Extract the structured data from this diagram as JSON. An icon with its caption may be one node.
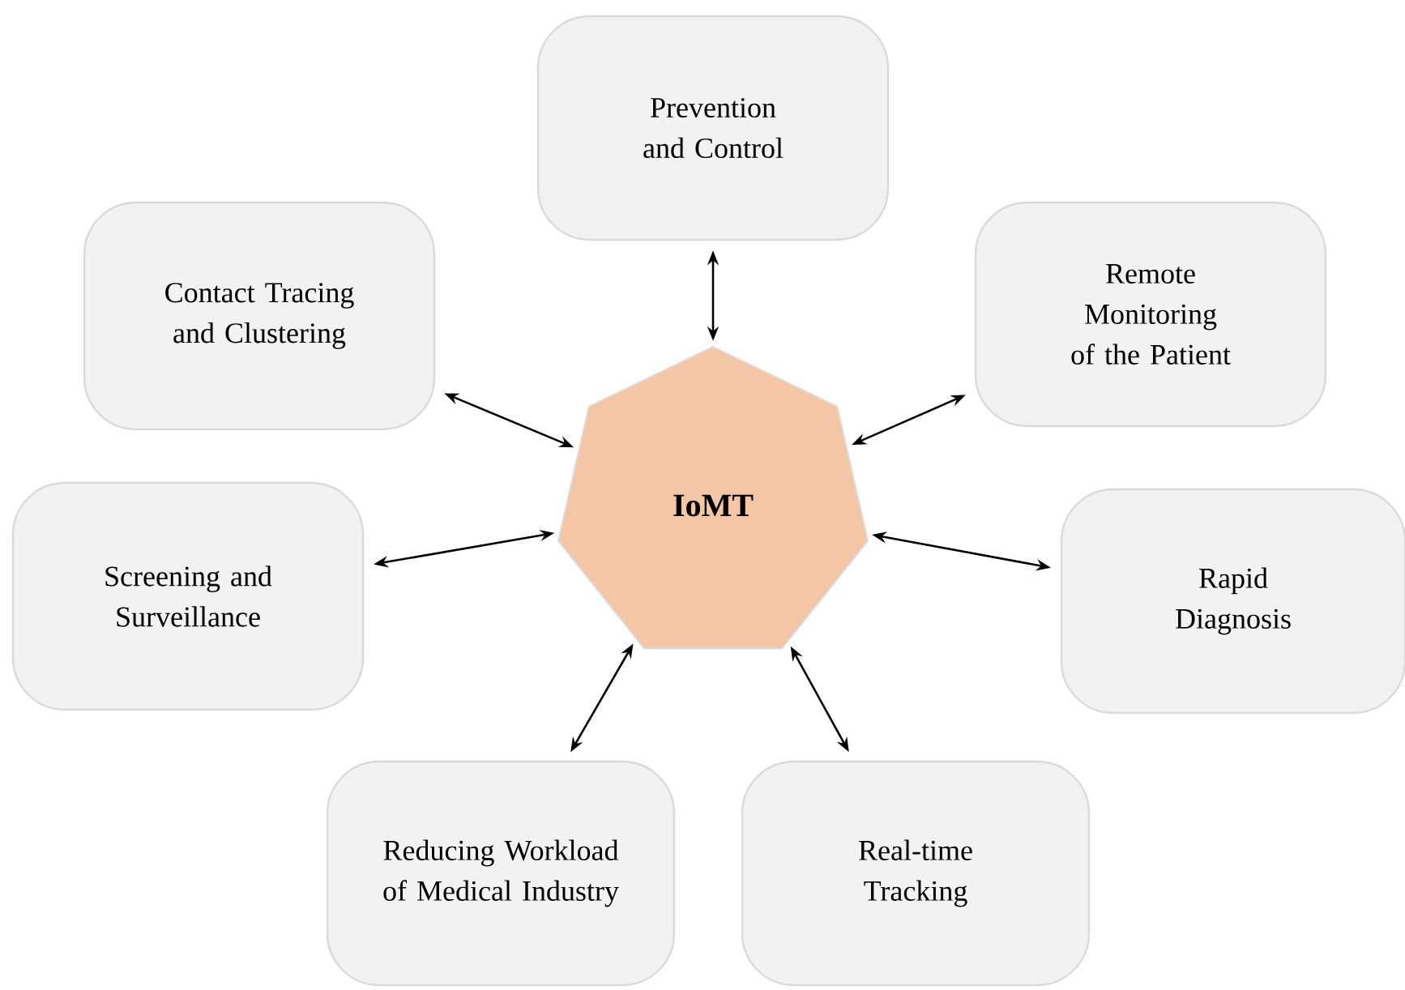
{
  "diagram": {
    "nodes": [
      {
        "text": [
          "IoMT"
        ]
      },
      {
        "text": [
          "Prevention and Control"
        ]
      },
      {
        "text": [
          "Contact Tracing and Clustering"
        ]
      },
      {
        "text": [
          "Remote Monitoring of the Patient"
        ]
      },
      {
        "text": [
          "Screening and Surveillance"
        ]
      },
      {
        "text": [
          "Rapid Diagnosis"
        ]
      },
      {
        "text": [
          "Reducing Workload of Medical Industry"
        ]
      },
      {
        "text": [
          "Real-time Tracking"
        ]
      }
    ],
    "edges": [
      {
        "from": 0,
        "to": 1,
        "arrow": "both"
      },
      {
        "from": 0,
        "to": 2,
        "arrow": "both"
      },
      {
        "from": 0,
        "to": 3,
        "arrow": "both"
      },
      {
        "from": 0,
        "to": 4,
        "arrow": "both"
      },
      {
        "from": 0,
        "to": 5,
        "arrow": "both"
      },
      {
        "from": 0,
        "to": 6,
        "arrow": "both"
      },
      {
        "from": 0,
        "to": 7,
        "arrow": "both"
      }
    ]
  }
}
